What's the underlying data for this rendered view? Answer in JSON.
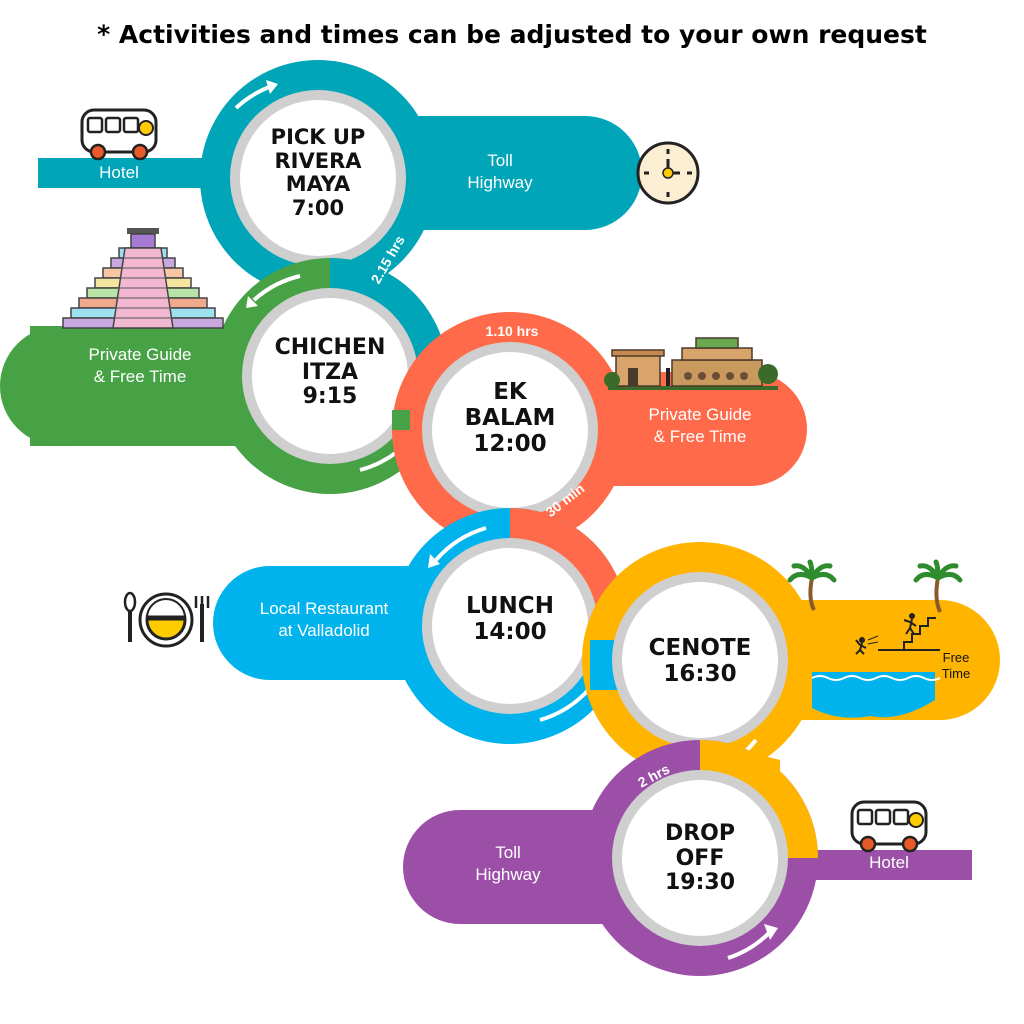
{
  "note": "* Activities and times can be adjusted to your own request",
  "colors": {
    "teal": "#00a5b8",
    "green": "#47a145",
    "orange": "#ff6b4a",
    "blue": "#00b3ec",
    "yellow": "#ffb500",
    "purple": "#9b4fa7",
    "ring": "#cfcfcf"
  },
  "stops": [
    {
      "lines": [
        "PICK UP",
        "RIVERA",
        "MAYA",
        "7:00"
      ],
      "color": "teal"
    },
    {
      "lines": [
        "CHICHEN",
        "ITZA",
        "9:15"
      ],
      "color": "green"
    },
    {
      "lines": [
        "EK",
        "BALAM",
        "12:00"
      ],
      "color": "orange"
    },
    {
      "lines": [
        "LUNCH",
        "14:00"
      ],
      "color": "blue"
    },
    {
      "lines": [
        "CENOTE",
        "16:30"
      ],
      "color": "yellow"
    },
    {
      "lines": [
        "DROP",
        "OFF",
        "19:30"
      ],
      "color": "purple"
    }
  ],
  "labels": {
    "hotel_start": "Hotel",
    "toll_1": [
      "Toll",
      "Highway"
    ],
    "chichen": [
      "Private Guide",
      "& Free Time"
    ],
    "ekbalam": [
      "Private Guide",
      "& Free Time"
    ],
    "lunch": [
      "Local Restaurant",
      "at Valladolid"
    ],
    "cenote": [
      "Free",
      "Time"
    ],
    "toll_2": [
      "Toll",
      "Highway"
    ],
    "hotel_end": "Hotel"
  },
  "durations": [
    "2.15 hrs",
    "1.10 hrs",
    "30 min",
    "2 hrs"
  ],
  "icons": [
    "bus-icon",
    "clock-icon",
    "pyramid-icon",
    "ruins-icon",
    "plate-cutlery-icon",
    "palm-tree-icon",
    "diver-icon",
    "bus-icon"
  ]
}
